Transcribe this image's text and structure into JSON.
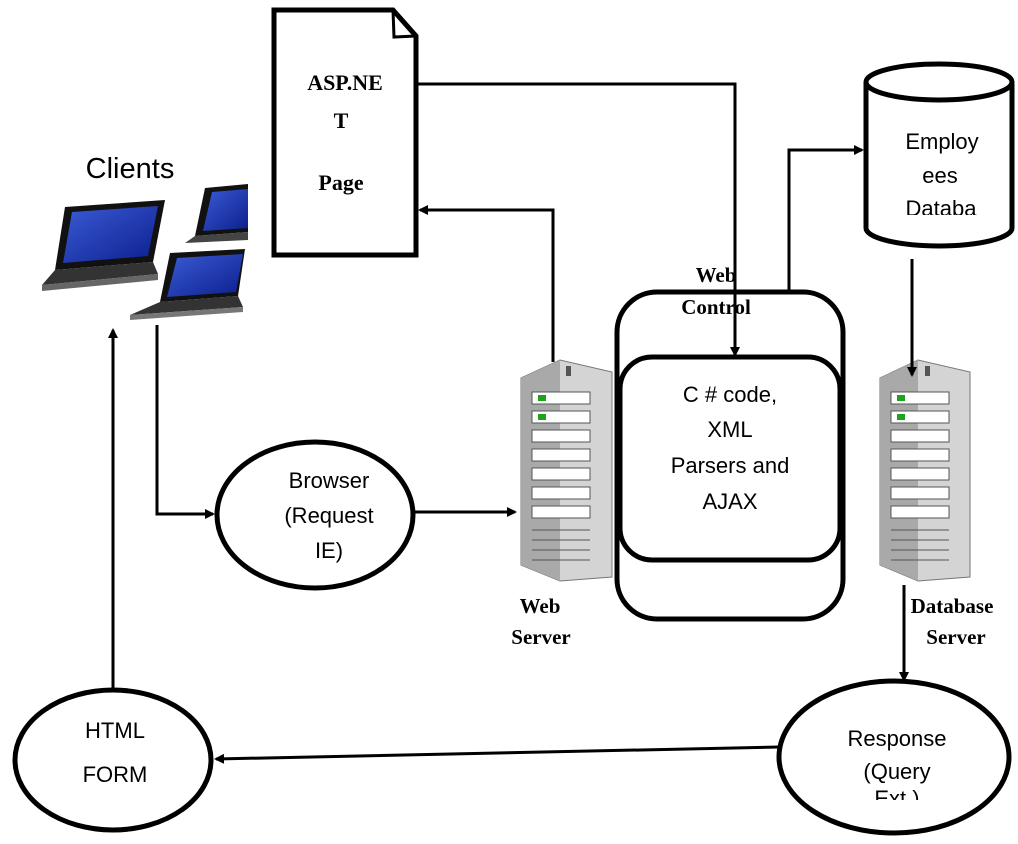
{
  "clients_label": "Clients",
  "asp_page": {
    "line1": "ASP.NE",
    "line2": "T",
    "line3": "Page"
  },
  "employees_db": {
    "line1": "Employ",
    "line2": "ees",
    "line3": "Databa"
  },
  "web_control": {
    "line1": "Web",
    "line2": "Control"
  },
  "code_box": {
    "line1": "C # code,",
    "line2": "XML",
    "line3": "Parsers and",
    "line4": "AJAX"
  },
  "browser": {
    "line1": "Browser",
    "line2": "(Request",
    "line3": "IE)"
  },
  "web_server": {
    "line1": "Web",
    "line2": "Server"
  },
  "database_server": {
    "line1": "Database",
    "line2": "Server"
  },
  "html_form": {
    "line1": "HTML",
    "line2": "FORM"
  },
  "response": {
    "line1": "Response",
    "line2": "(Query",
    "line3": "Ext.)"
  }
}
